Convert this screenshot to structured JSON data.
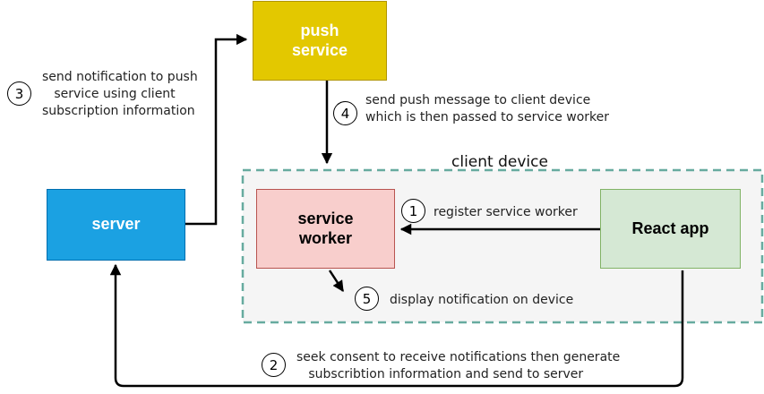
{
  "nodes": {
    "push_service": "push\nservice",
    "server": "server",
    "service_worker": "service\nworker",
    "react_app": "React app"
  },
  "region": {
    "title": "client device"
  },
  "steps": [
    {
      "num": "1",
      "text": "register service worker"
    },
    {
      "num": "2",
      "text": "seek consent to receive notifications then generate\n   subscribtion information and send to server"
    },
    {
      "num": "3",
      "text": "send notification to push\n   service using client\nsubscription information"
    },
    {
      "num": "4",
      "text": "send push message to client device\nwhich is then passed to service worker"
    },
    {
      "num": "5",
      "text": "display notification on device"
    }
  ],
  "colors": {
    "push_service": "#e3c800",
    "server": "#1ba1e2",
    "service_worker": "#f8cecc",
    "service_worker_border": "#b85450",
    "react_app": "#d5e8d4",
    "react_app_border": "#82b366",
    "region_border": "#67ab9f",
    "region_fill": "#f5f5f5"
  }
}
